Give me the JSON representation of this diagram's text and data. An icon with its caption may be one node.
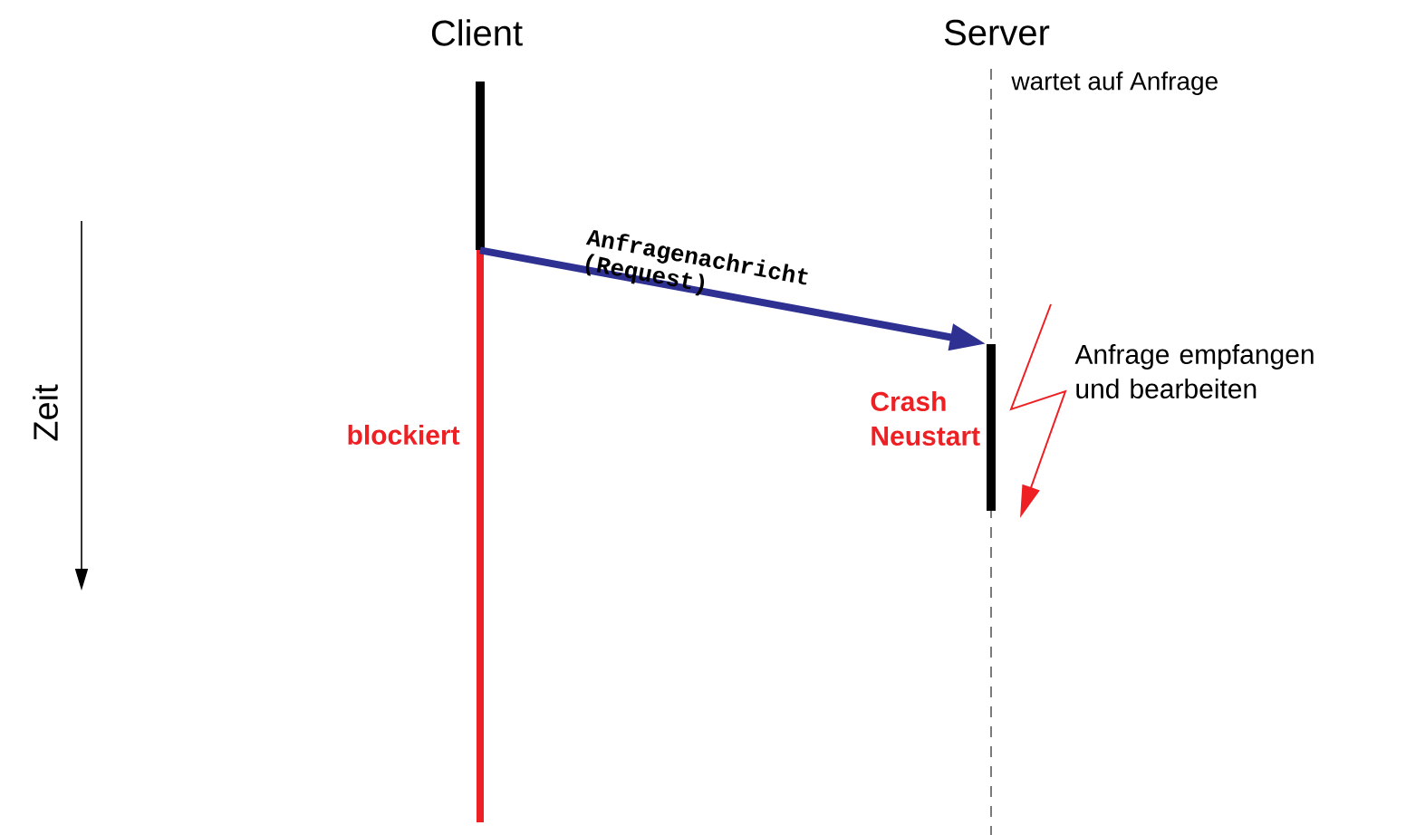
{
  "diagram": {
    "nodes": [
      {
        "text": [
          "Client"
        ]
      },
      {
        "text": [
          "Server"
        ]
      },
      {
        "text": [],
        "shape": "bar"
      },
      {
        "text": [],
        "shape": "bar"
      }
    ],
    "edges": [
      {
        "from": 2,
        "to": 3,
        "arrow": "to",
        "label": "Anfragenachricht (Request)",
        "color": "#2e3192"
      }
    ],
    "labels": [
      "wartet auf Anfrage",
      "Zeit",
      "blockiert",
      "Crash Neustart",
      "Anfrage empfangen und bearbeiten"
    ]
  }
}
